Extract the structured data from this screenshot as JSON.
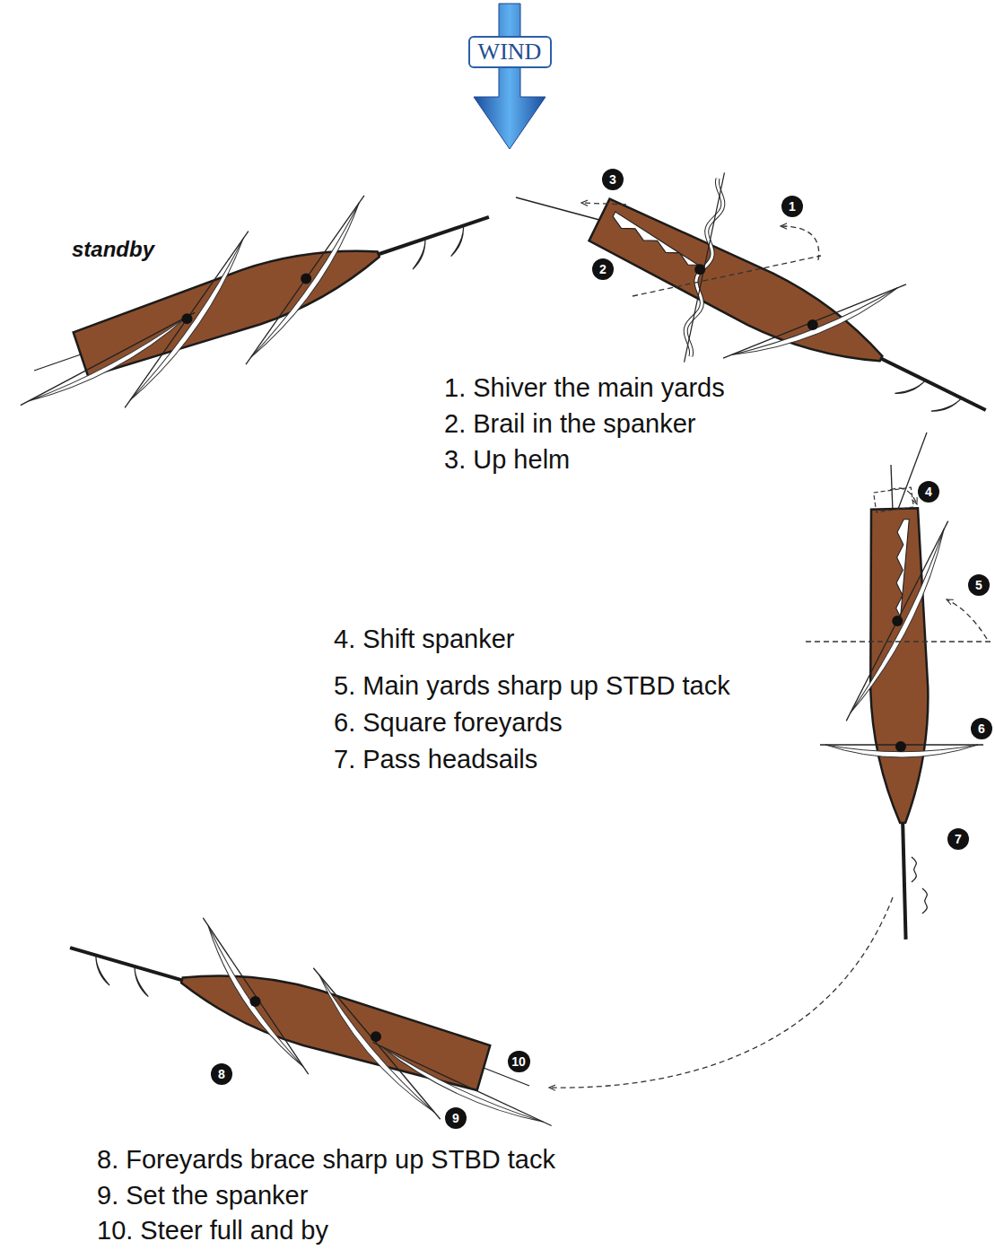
{
  "diagram": {
    "nodes": [
      {
        "text": [
          "WIND"
        ]
      },
      {
        "text": [
          "3"
        ]
      },
      {
        "text": [
          "1"
        ]
      },
      {
        "text": [
          "2"
        ]
      },
      {
        "text": [
          "4"
        ]
      },
      {
        "text": [
          "5"
        ]
      },
      {
        "text": [
          "6"
        ]
      },
      {
        "text": [
          "7"
        ]
      },
      {
        "text": [
          "8"
        ]
      },
      {
        "text": [
          "10"
        ]
      },
      {
        "text": [
          "9"
        ]
      }
    ],
    "labels": [
      "standby",
      "1. Shiver the main yards",
      "2. Brail in the spanker",
      "3. Up helm",
      "4. Shift spanker",
      "5. Main yards sharp up STBD tack",
      "6. Square foreyards",
      "7. Pass headsails",
      "8. Foreyards brace sharp up STBD tack",
      "9. Set the spanker",
      "10. Steer full and by"
    ]
  }
}
